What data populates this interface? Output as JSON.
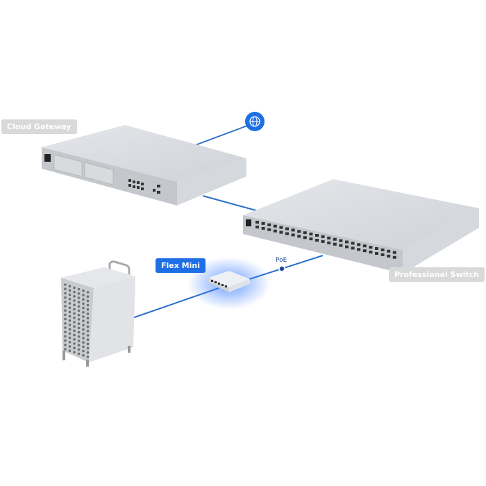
{
  "labels": {
    "cloud_gateway": "Cloud Gateway",
    "professional_switch": "Professional Switch",
    "flex_mini": "Flex Mini",
    "poe": "PoE"
  },
  "icons": {
    "internet": "globe-icon"
  },
  "colors": {
    "link": "#2a6fc9",
    "accent": "#1e6fe6",
    "label_gray": "#d9d9d9"
  }
}
